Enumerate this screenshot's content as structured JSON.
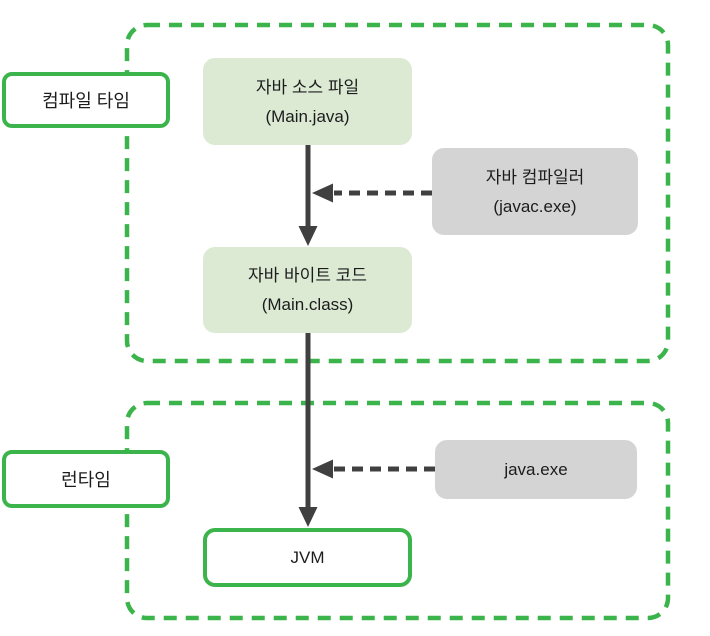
{
  "colors": {
    "zone_green": "#3cb44c",
    "node_green_bg": "#dcead4",
    "node_gray_bg": "#d4d4d4",
    "arrow": "#404040",
    "text": "#1c1c1c"
  },
  "zone_labels": {
    "compile": "컴파일 타임",
    "runtime": "런타임"
  },
  "nodes": {
    "source": {
      "title": "자바 소스 파일",
      "subtitle": "(Main.java)"
    },
    "bytecode": {
      "title": "자바 바이트 코드",
      "subtitle": "(Main.class)"
    },
    "jvm": {
      "label": "JVM"
    },
    "compiler": {
      "title": "자바 컴파일러",
      "subtitle": "(javac.exe)"
    },
    "launcher": {
      "label": "java.exe"
    }
  }
}
